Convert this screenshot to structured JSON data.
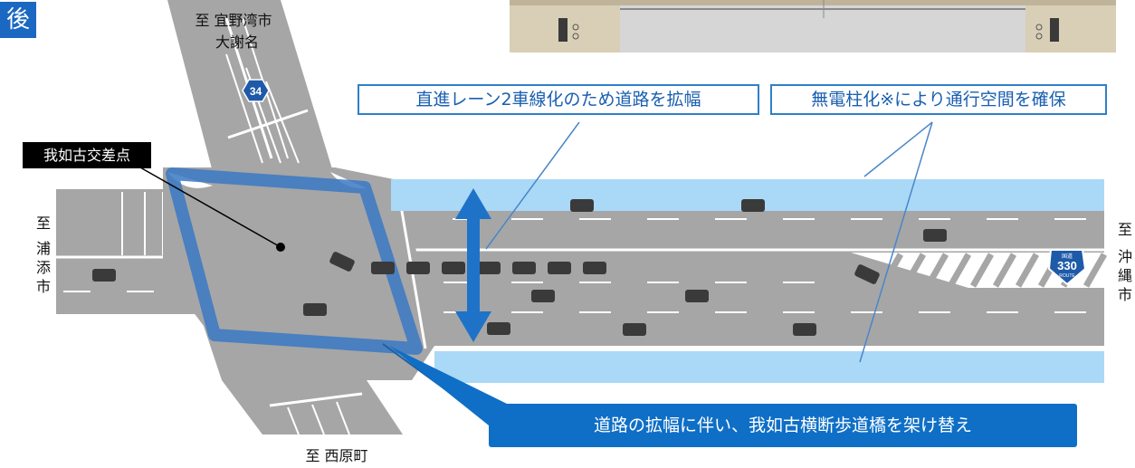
{
  "header": {
    "badge": "後"
  },
  "directions": {
    "north_line1": "至 宜野湾市",
    "north_line2": "大謝名",
    "south": "至 西原町",
    "west": [
      "至",
      "浦",
      "添",
      "市"
    ],
    "east": [
      "至",
      "沖",
      "縄",
      "市"
    ]
  },
  "route_signs": {
    "r34": "34",
    "r330_top": "国道",
    "r330_num": "330",
    "r330_bottom": "ROUTE"
  },
  "callouts": {
    "intersection": "我如古交差点",
    "widening": "直進レーン2車線化のため道路を拡幅",
    "utility": "無電柱化※により通行空間を確保",
    "bridge": "道路の拡幅に伴い、我如古横断歩道橋を架け替え"
  },
  "colors": {
    "road": "#a6a6a6",
    "sidewalk": "#a6a6a6",
    "highlight": "#3a78c4",
    "pedestrian_space": "#aad8f7",
    "callout_border": "#2f7fc8",
    "callout_fill": "#0f6fc6",
    "car": "#3a3a3a"
  }
}
